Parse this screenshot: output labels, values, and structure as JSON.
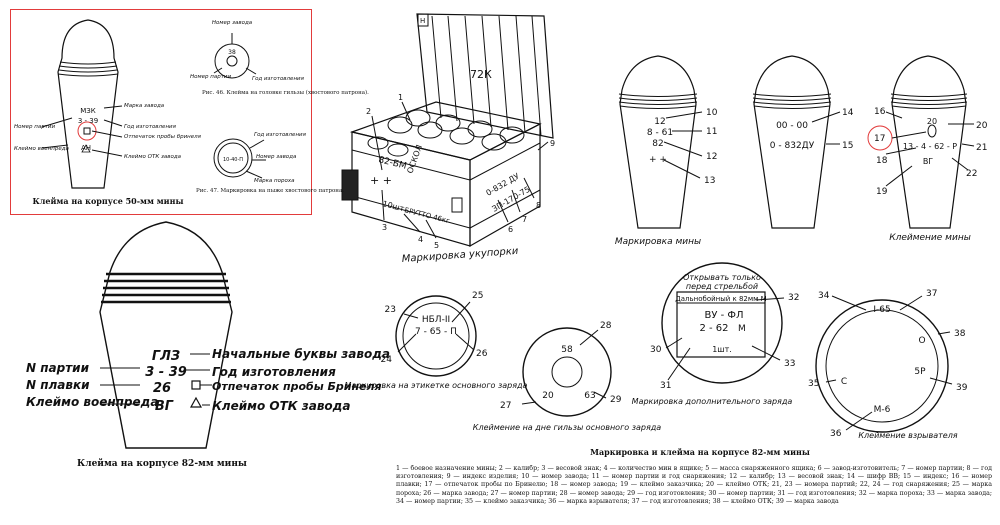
{
  "fig50": {
    "caption": "Клейма на корпусе 50-мм мины",
    "body_marks": [
      "МЗК",
      "3 - 39",
      "АН"
    ],
    "left_labels": [
      "Номер партии",
      "Клеймо военпреда"
    ],
    "right_labels": [
      "Марка завода",
      "Год изготовления",
      "Отпечаток пробы бринеля",
      "Клеймо ОТК завода"
    ]
  },
  "fig46": {
    "center_mark": "38",
    "labels": [
      "Номер завода",
      "Номер партии",
      "Год изготовления"
    ],
    "caption": "Рис. 46. Клейма на головке гильзы (хвостового патрона)."
  },
  "fig47": {
    "center_mark": "10-40-П",
    "labels": [
      "Год изготовления",
      "Номер завода",
      "Марка пороха"
    ],
    "caption": "Рис. 47. Маркировка на пыже хвостового патрона."
  },
  "box": {
    "lid_tag": "Н",
    "lid_mark": "72К",
    "side_marks": [
      "82-БМ",
      "+ +",
      "ОСКОЛ",
      "10шт",
      "БРУТТО 46кг"
    ],
    "end_marks": [
      "0-832 ДУ",
      "ЗП-170-75"
    ],
    "callouts": [
      "1",
      "2",
      "3",
      "4",
      "5",
      "6",
      "7",
      "8",
      "9"
    ],
    "caption": "Маркировка укупорки"
  },
  "fig82": {
    "body_marks": [
      "ГЛЗ",
      "3 - 39",
      "26",
      "ВГ"
    ],
    "left_labels": [
      "N партии",
      "N плавки",
      "Клеймо военпреда"
    ],
    "right_labels": [
      "Начальные буквы завода",
      "Год изготовления",
      "Отпечаток пробы Бринеля",
      "Клеймо ОТК завода"
    ],
    "caption": "Клейма на корпусе 82-мм мины"
  },
  "mine_a": {
    "marks": [
      "12",
      "8 - 61",
      "82",
      "+ +"
    ],
    "callouts": [
      "10",
      "11",
      "12",
      "13"
    ]
  },
  "mine_b": {
    "marks": [
      "00 - 00",
      "0 - 832ДУ"
    ],
    "callouts": [
      "14",
      "15"
    ]
  },
  "mine_c": {
    "marks": [
      "20",
      "13 - 4 - 62 - Р",
      "ВГ"
    ],
    "callouts": [
      "16",
      "17",
      "18",
      "19",
      "20",
      "21",
      "22"
    ]
  },
  "mines_captions": [
    "Маркировка мины",
    "Клеймение мины"
  ],
  "label_main": {
    "marks": [
      "НБЛ-II",
      "7 - 65 - П"
    ],
    "callouts": [
      "23",
      "24",
      "25",
      "26"
    ],
    "caption": "Маркировка на этикетке основного заряда"
  },
  "shell_base": {
    "marks": [
      "58",
      "20",
      "63"
    ],
    "callouts": [
      "27",
      "28",
      "29"
    ],
    "caption": "Клеймение на дне гильзы основного заряда"
  },
  "label_add": {
    "lines": [
      "Открывать только",
      "перед стрельбой",
      "Дальнобойный к 82мм М",
      "ВУ - ФЛ",
      "2 - 62",
      "М",
      "1шт."
    ],
    "callouts": [
      "30",
      "31",
      "32",
      "33"
    ],
    "caption": "Маркировка дополнительного заряда"
  },
  "fuze": {
    "marks": [
      "I-65",
      "О",
      "5Р",
      "М-6",
      "С"
    ],
    "callouts": [
      "34",
      "35",
      "36",
      "37",
      "38",
      "39"
    ],
    "caption": "Клеймение взрывателя"
  },
  "legend": {
    "title": "Маркировка и клейма на корпусе 82-мм мины",
    "text": "1 — боевое назначение мины; 2 — калибр; 3 — весовой знак; 4 — количество мин в ящике; 5 — масса снаряженного ящика; 6 — завод-изготовитель; 7 — номер партии; 8 — год изготовления; 9 — индекс изделия; 10 — номер завода; 11 — номер партии и год снаряжения; 12 — калибр; 13 — весовой знак; 14 — шифр ВВ; 15 — индекс; 16 — номер плавки; 17 — отпечаток пробы по Бринелю; 18 — номер завода; 19 — клеймо заказчика; 20 — клеймо ОТК; 21, 23 — номера партий; 22, 24 — год снаряжения; 25 — марка пороха; 26 — марка завода; 27 — номер партии; 28 — номер завода; 29 — год изготовления; 30 — номер партии; 31 — год изготовления; 32 — марка пороха; 33 — марка завода; 34 — номер партии; 35 — клеймо заказчика; 36 — марка взрывателя; 37 — год изготовления; 38 — клеймо ОТК; 39 — марка завода"
  }
}
